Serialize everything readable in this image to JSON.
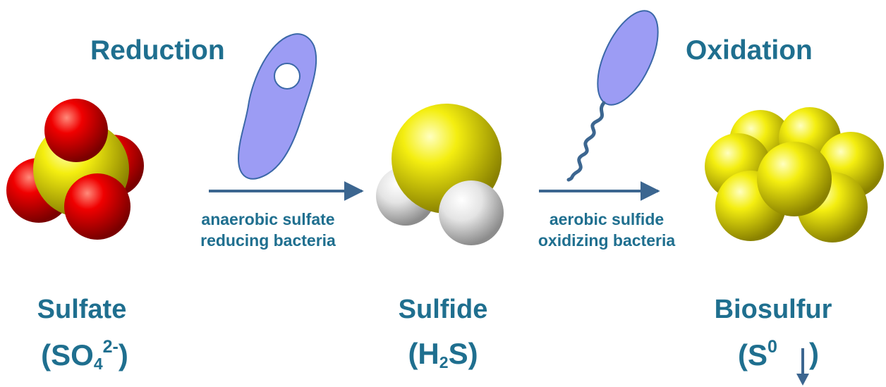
{
  "colors": {
    "accent": "#1f6f8f",
    "arrow": "#3c6690",
    "bacteria_fill": "#9c9cf4",
    "bacteria_stroke": "#3b68a8",
    "oxygen": "#e00000",
    "sulfur": "#f2ee10",
    "hydrogen": "#e8e8e8"
  },
  "processes": {
    "reduction": {
      "heading": "Reduction",
      "caption_line1": "anaerobic sulfate",
      "caption_line2": "reducing bacteria"
    },
    "oxidation": {
      "heading": "Oxidation",
      "caption_line1": "aerobic sulfide",
      "caption_line2": "oxidizing bacteria"
    }
  },
  "compounds": {
    "sulfate": {
      "name": "Sulfate",
      "formula_open": "(SO",
      "formula_sub": "4",
      "formula_sup": "2-",
      "formula_close": ")"
    },
    "sulfide": {
      "name": "Sulfide",
      "formula_open": "(H",
      "formula_sub": "2",
      "formula_close": "S)"
    },
    "biosulfur": {
      "name": "Biosulfur",
      "formula_open": "(S",
      "formula_sup": "0",
      "formula_close": ")"
    }
  },
  "icons": {
    "reduction_bacterium": "anaerobic-bacterium-icon",
    "oxidation_bacterium": "flagellated-bacterium-icon",
    "precipitate_arrow": "down-arrow-icon"
  }
}
